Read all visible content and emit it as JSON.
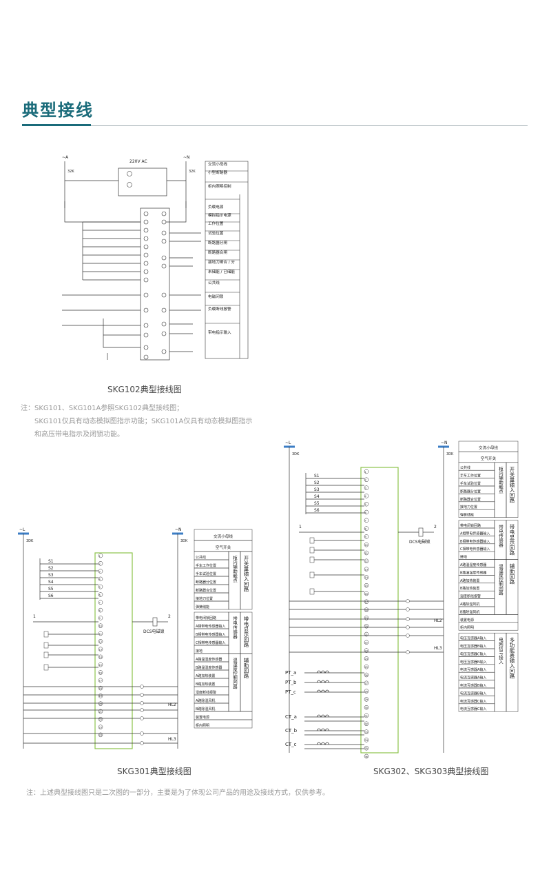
{
  "page": {
    "title": "典型接线",
    "accent_color": "#1a6b7a",
    "terminal_strip_color": "#8bc34a"
  },
  "skg102": {
    "caption": "SKG102典型接线图",
    "ac_label": "220V AC",
    "left_phase": "~A",
    "right_phase": "~N",
    "left_breaker": "32K",
    "right_breaker": "32K",
    "table": [
      "交流小母线",
      "小型断路器",
      "柜内照明控制",
      "负载电源",
      "模拟指示电源",
      "工作位置",
      "试验位置",
      "断路器分闸",
      "断路器合闸",
      "接地刀闸合 / 分",
      "未储能 / 已储能",
      "公共线",
      "电磁闭锁",
      "负载断线报警",
      "带电指示输入"
    ]
  },
  "notes": {
    "line1": "注：SKG101、SKG101A参照SKG102典型接线图；",
    "line2": "SKG101仅具有动态模拟图指示功能；SKG101A仅具有动态模拟图指示",
    "line3": "和高压带电指示及闭锁功能。"
  },
  "skg301": {
    "caption": "SKG301典型接线图",
    "left_phase": "~L",
    "right_phase": "~N",
    "left_breaker": "3DK",
    "right_breaker": "3DK",
    "switches": [
      "S1",
      "S2",
      "S3",
      "S4",
      "S5",
      "S6"
    ],
    "lock_label": "DCS电磁锁",
    "left_node": "1",
    "right_node": "2",
    "lamp_labels": [
      "HL2",
      "HL3"
    ],
    "table_top": [
      "交流小母线",
      "空气开关"
    ],
    "group1": {
      "label": "开关量输入回路",
      "sub": "柜内辅助触点",
      "items": [
        "公共线",
        "手车工作位置",
        "手车试验位置",
        "断路器分位置",
        "断路器合位置",
        "接地刀位置",
        "弹簧储能"
      ]
    },
    "group2": {
      "label": "带电显示回路",
      "sub": "带电传感器",
      "items": [
        "带电闭锁回路",
        "A相带电传感器输入",
        "B相带电传感器输入",
        "C相带电传感器输入",
        "接地"
      ]
    },
    "group3": {
      "label": "辅助回路",
      "sub": "温湿度控制回路",
      "items": [
        "A路温湿度传感器",
        "B路温湿度传感器",
        "A路加热装置",
        "B路加热装置",
        "湿度断线报警",
        "A路除湿风机",
        "B路除湿风机"
      ]
    },
    "tail": [
      "装置电源",
      "柜内照明"
    ]
  },
  "skg302": {
    "caption": "SKG302、SKG303典型接线图",
    "left_phase": "~L",
    "right_phase": "~N",
    "left_breaker": "3DK",
    "right_breaker": "3DK",
    "switches": [
      "S1",
      "S2",
      "S3",
      "S4",
      "S5",
      "S6"
    ],
    "lock_label": "DCS电磁锁",
    "left_node": "1",
    "right_node": "2",
    "lamp_labels": [
      "HL2",
      "HL3"
    ],
    "pt": [
      "PT_a",
      "PT_b",
      "PT_c"
    ],
    "ct": [
      "CT_a",
      "CT_b",
      "CT_c"
    ],
    "table_top": [
      "交流小母线",
      "空气开关"
    ],
    "group1": {
      "label": "开关量输入回路",
      "sub": "柜内辅助触点",
      "items": [
        "公共线",
        "手车工作位置",
        "手车试验位置",
        "断路器分位置",
        "断路器合位置",
        "接地刀位置",
        "弹簧储能"
      ]
    },
    "group2": {
      "label": "带电显示回路",
      "sub": "带电传感器",
      "items": [
        "带电闭锁回路",
        "A相带电传感器输入",
        "B相带电传感器输入",
        "C相带电传感器输入",
        "接地"
      ]
    },
    "group3": {
      "label": "辅助回路",
      "sub": "温湿度控制回路",
      "items": [
        "A路温湿度传感器",
        "B路温湿度传感器",
        "A路加热装置",
        "B路加热装置",
        "湿度断线报警",
        "A路除湿风机",
        "B路除湿风机"
      ]
    },
    "tail": [
      "装置电源",
      "柜内照明"
    ],
    "group4": {
      "label": "多功能表输入回路",
      "sub": "电网信号接入",
      "items": [
        "电压互感器A输入",
        "电压互感器B输入",
        "电压互感器C输入",
        "电压互感器N输入",
        "电流互感器A输入",
        "电流互感器A输入",
        "电流互感器B输入",
        "电流互感器B输入",
        "电流互感器C输入",
        "电流互感器C输入"
      ]
    }
  },
  "footnote": "注：上述典型接线图只是二次图的一部分，主要是为了体现公司产品的用途及接线方式，仅供参考。"
}
